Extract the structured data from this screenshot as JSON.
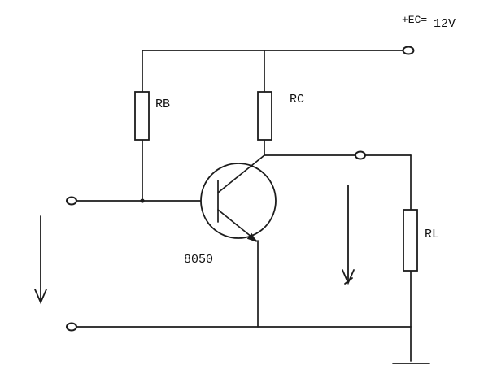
{
  "diagram": {
    "labels": {
      "supply": "+EC=",
      "supply_voltage": "12V",
      "resistor_base": "RB",
      "resistor_collector": "RC",
      "resistor_load": "RL",
      "transistor_model": "8050"
    },
    "colors": {
      "line": "#1c1c1c",
      "background": "#ffffff"
    }
  }
}
